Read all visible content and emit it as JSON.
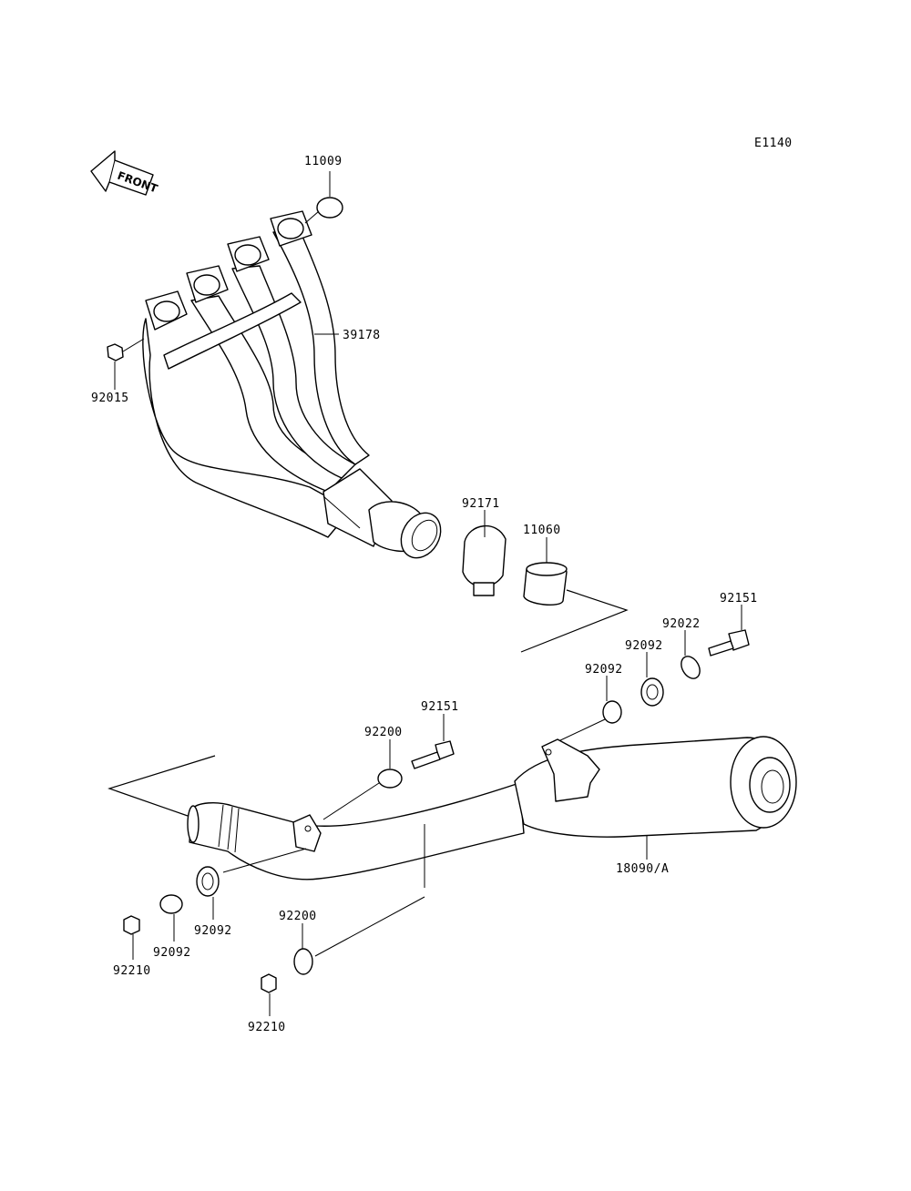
{
  "diagram_id": "E1140",
  "front_label": "FRONT",
  "parts": {
    "p11009": "11009",
    "p39178": "39178",
    "p92015": "92015",
    "p92171": "92171",
    "p11060": "11060",
    "p92151_a": "92151",
    "p92022": "92022",
    "p92092_a": "92092",
    "p92092_b": "92092",
    "p92151_b": "92151",
    "p92200_a": "92200",
    "p18090": "18090/A",
    "p92092_c": "92092",
    "p92092_d": "92092",
    "p92210_a": "92210",
    "p92200_b": "92200",
    "p92210_b": "92210"
  }
}
